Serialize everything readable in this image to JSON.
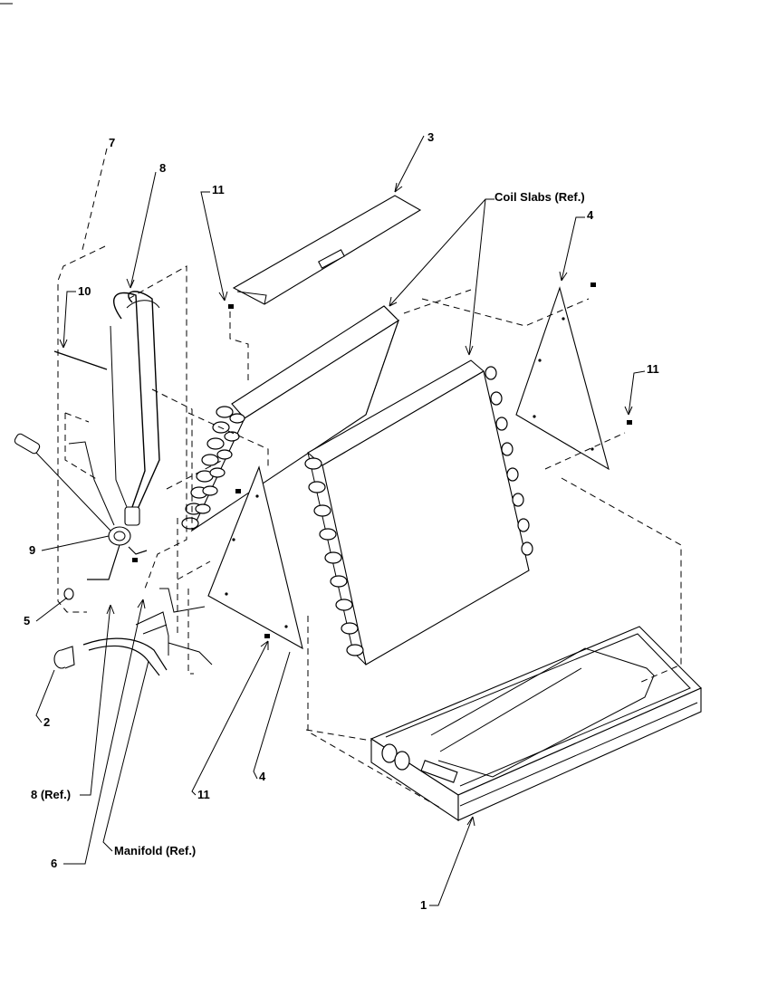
{
  "labels": {
    "l7": "7",
    "l8": "8",
    "l3": "3",
    "l11a": "11",
    "l10": "10",
    "coil_slabs": "Coil Slabs (Ref.)",
    "l4a": "4",
    "l11b": "11",
    "l9": "9",
    "l5": "5",
    "l2": "2",
    "l8ref": "8 (Ref.)",
    "l11c": "11",
    "l4b": "4",
    "manifold": "Manifold (Ref.)",
    "l6": "6",
    "l1": "1"
  }
}
